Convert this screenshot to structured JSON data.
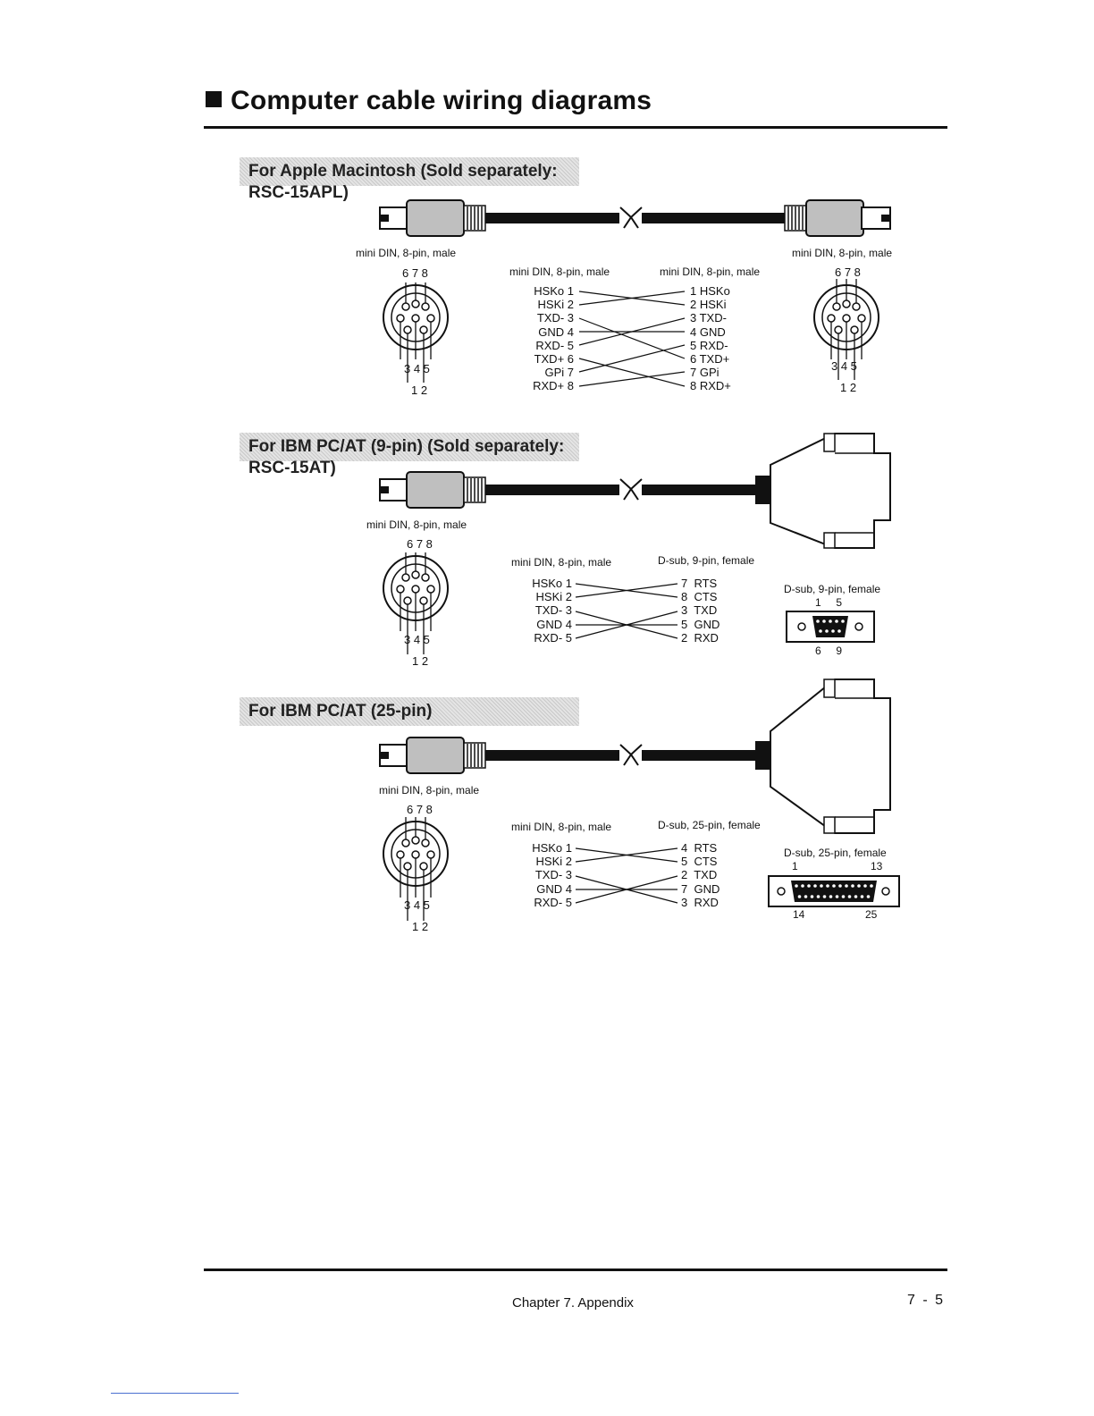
{
  "title": "Computer cable wiring diagrams",
  "sections": [
    {
      "banner": "For Apple Macintosh (Sold separately: RSC-15APL)",
      "left_connector_label": "mini DIN, 8-pin, male",
      "right_connector_label": "mini DIN, 8-pin, male",
      "left_table_header": "mini DIN, 8-pin, male",
      "right_table_header": "mini DIN, 8-pin, male",
      "left_pins": [
        "HSKo 1",
        "HSKi 2",
        "TXD- 3",
        "GND 4",
        "RXD- 5",
        "TXD+ 6",
        "GPi 7",
        "RXD+ 8"
      ],
      "right_pins": [
        "1 HSKo",
        "2 HSKi",
        "3 TXD-",
        "4 GND",
        "5 RXD-",
        "6 TXD+",
        "7 GPi",
        "8 RXD+"
      ],
      "din_top": "6 7 8",
      "din_mid": "3 4 5",
      "din_bottom": "1 2"
    },
    {
      "banner": "For IBM PC/AT (9-pin) (Sold separately: RSC-15AT)",
      "left_connector_label": "mini DIN, 8-pin, male",
      "left_table_header": "mini DIN, 8-pin, male",
      "right_table_header": "D-sub, 9-pin, female",
      "left_pins": [
        "HSKo 1",
        "HSKi 2",
        "TXD- 3",
        "GND 4",
        "RXD- 5"
      ],
      "right_pins": [
        "7  RTS",
        "8  CTS",
        "3  TXD",
        "5  GND",
        "2  RXD"
      ],
      "dsub_label": "D-sub, 9-pin, female",
      "dsub_top": "1     5",
      "dsub_bottom": "6     9",
      "din_top": "6 7 8",
      "din_mid": "3 4 5",
      "din_bottom": "1 2"
    },
    {
      "banner": "For IBM PC/AT (25-pin)",
      "left_connector_label": "mini DIN, 8-pin, male",
      "left_table_header": "mini DIN, 8-pin, male",
      "right_table_header": "D-sub, 25-pin, female",
      "left_pins": [
        "HSKo 1",
        "HSKi 2",
        "TXD- 3",
        "GND 4",
        "RXD- 5"
      ],
      "right_pins": [
        "4  RTS",
        "5  CTS",
        "2  TXD",
        "7  GND",
        "3  RXD"
      ],
      "dsub_label": "D-sub, 25-pin, female",
      "dsub_top_left": "1",
      "dsub_top_right": "13",
      "dsub_bottom_left": "14",
      "dsub_bottom_right": "25",
      "din_top": "6 7 8",
      "din_mid": "3 4 5",
      "din_bottom": "1 2"
    }
  ],
  "footer": {
    "chapter": "Chapter 7. Appendix",
    "page": "7 - 5"
  }
}
